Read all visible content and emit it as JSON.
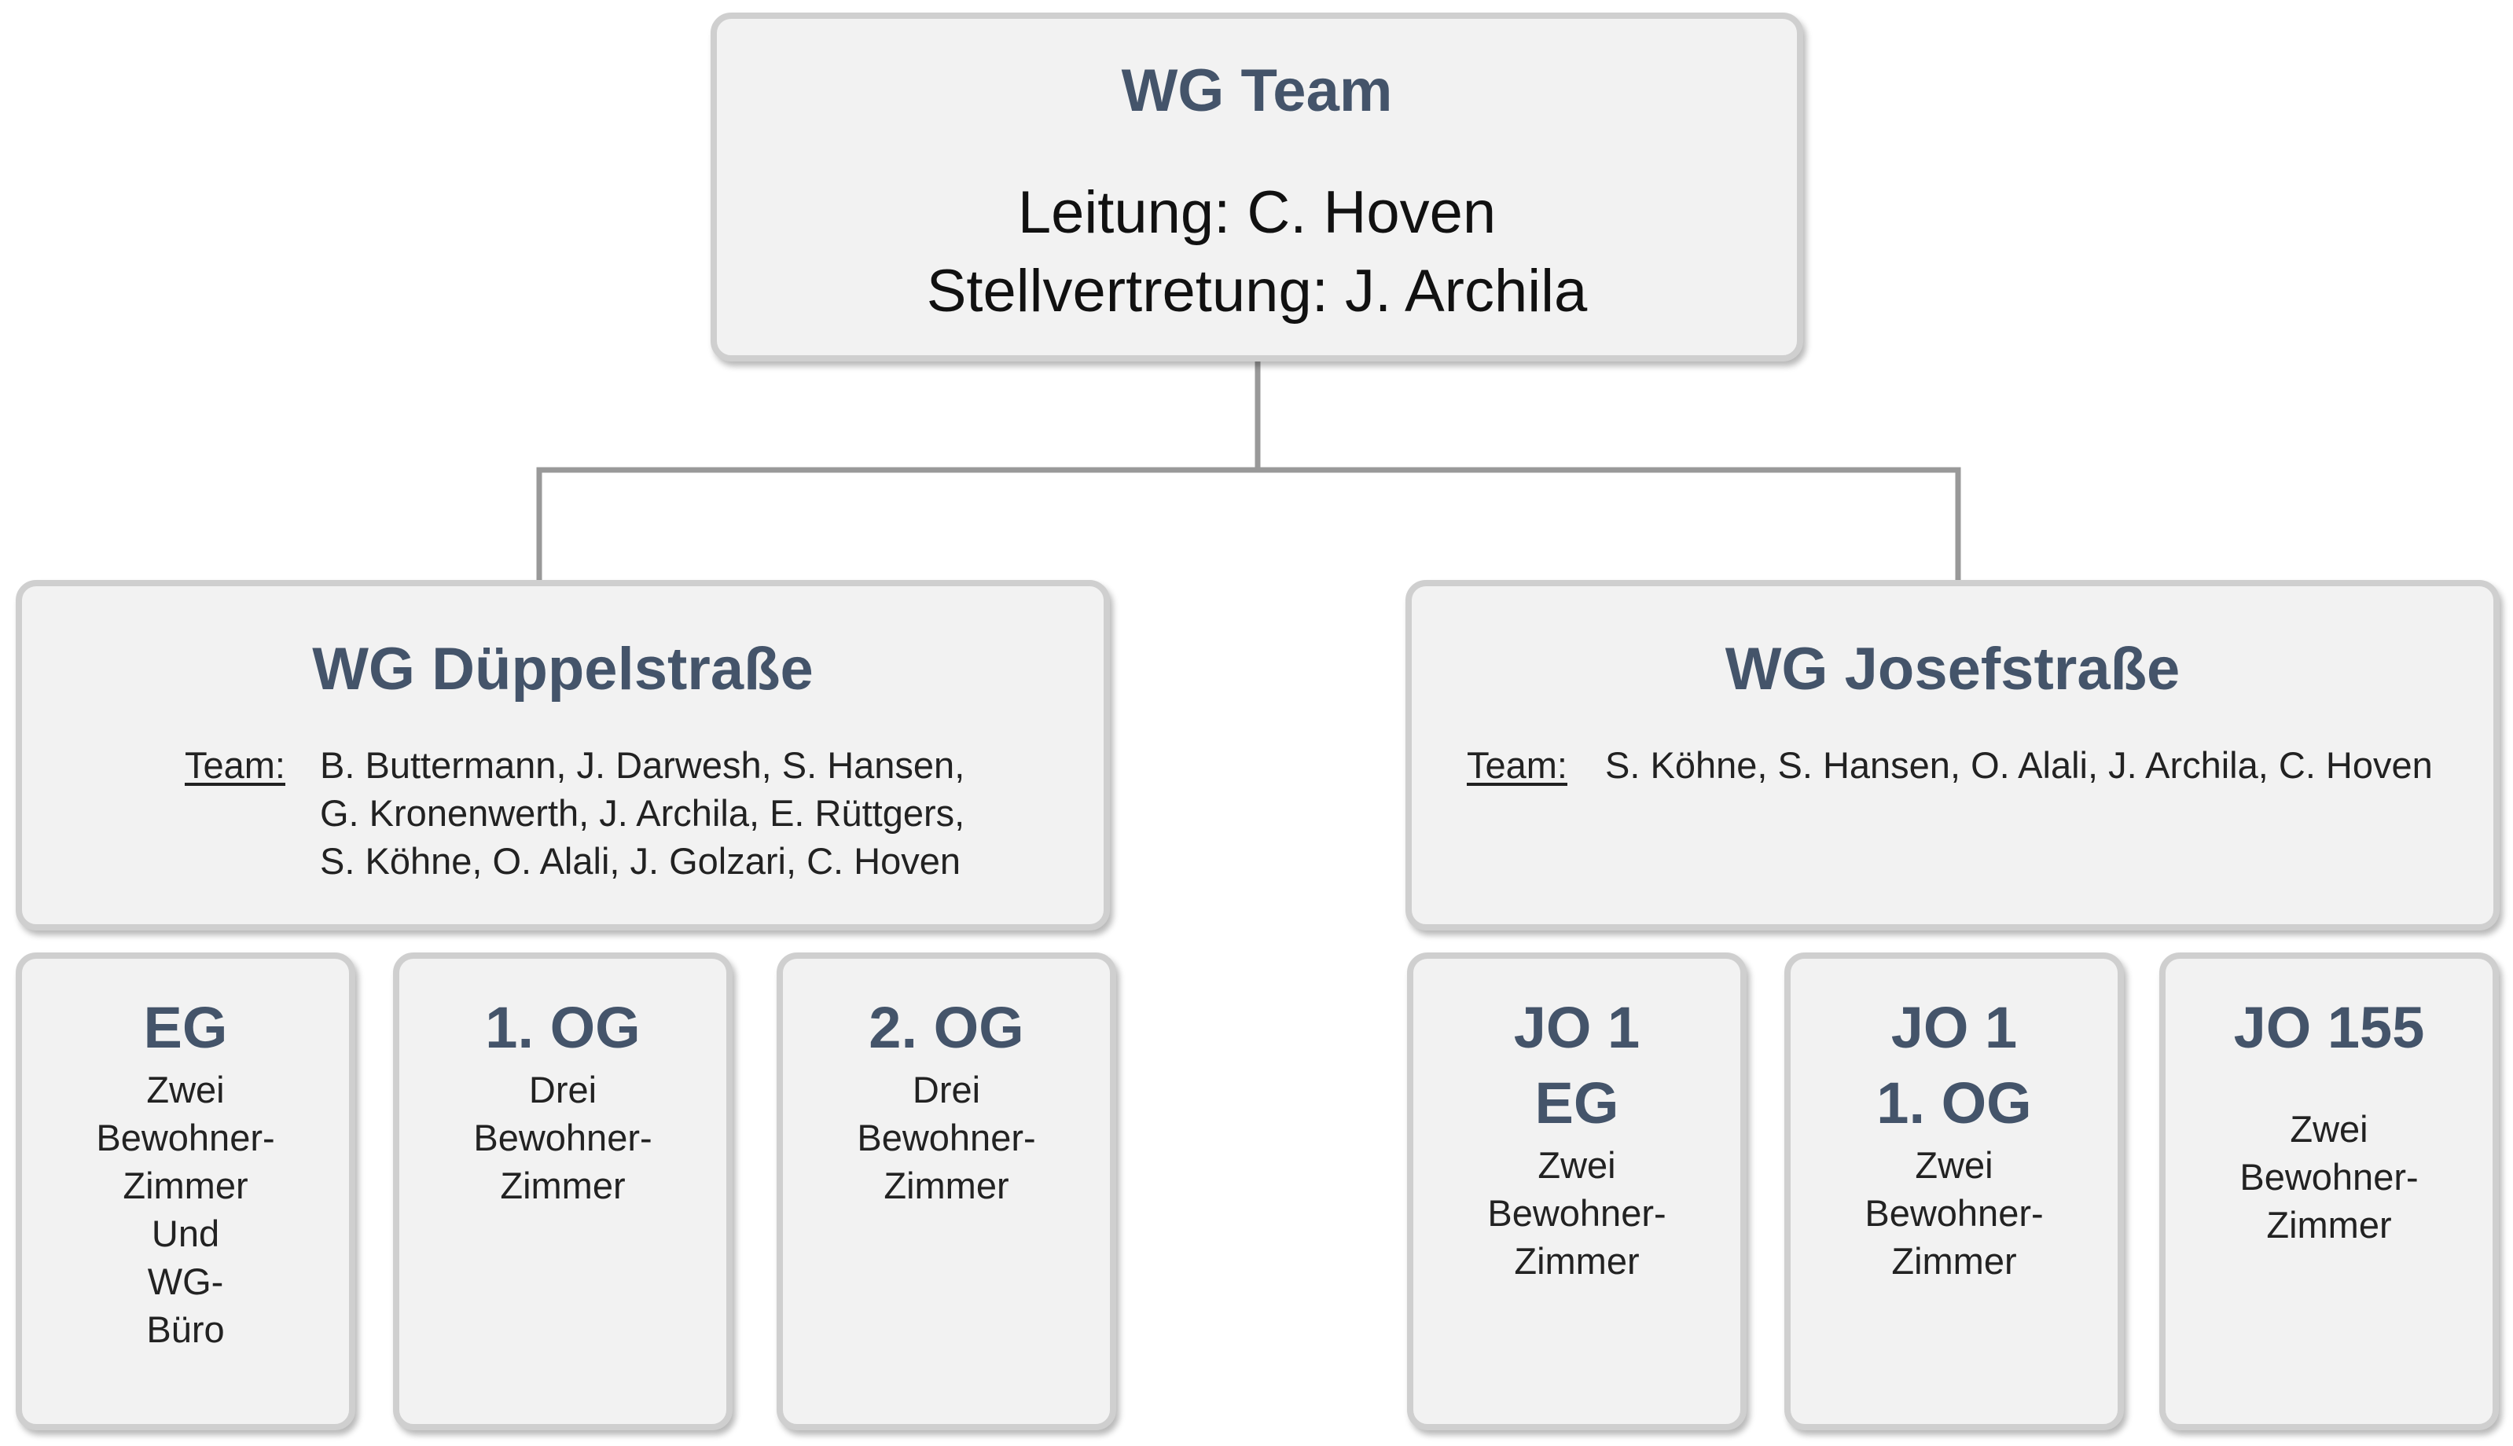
{
  "top": {
    "title": "WG Team",
    "leitung": "Leitung: C. Hoven",
    "stellvertretung": "Stellvertretung: J. Archila"
  },
  "dueppel": {
    "title": "WG Düppelstraße",
    "team_label": "Team:",
    "members": [
      "B. Buttermann, J. Darwesh, S. Hansen,",
      "G. Kronenwerth, J. Archila, E. Rüttgers,",
      "S. Köhne, O. Alali, J. Golzari, C. Hoven"
    ]
  },
  "josef": {
    "title": "WG Josefstraße",
    "team_label": "Team:",
    "members": [
      "S. Köhne, S. Hansen, O. Alali, J. Archila, C. Hoven"
    ]
  },
  "units": [
    {
      "title": [
        "EG"
      ],
      "desc": [
        "Zwei",
        "Bewohner-",
        "Zimmer",
        "Und",
        "WG-",
        "Büro"
      ]
    },
    {
      "title": [
        "1. OG"
      ],
      "desc": [
        "Drei",
        "Bewohner-",
        "Zimmer"
      ]
    },
    {
      "title": [
        "2. OG"
      ],
      "desc": [
        "Drei",
        "Bewohner-",
        "Zimmer"
      ]
    },
    {
      "title": [
        "JO 1",
        "EG"
      ],
      "desc": [
        "Zwei",
        "Bewohner-",
        "Zimmer"
      ]
    },
    {
      "title": [
        "JO 1",
        "1. OG"
      ],
      "desc": [
        "Zwei",
        "Bewohner-",
        "Zimmer"
      ]
    },
    {
      "title": [
        "JO 155"
      ],
      "desc": [
        "Zwei",
        "Bewohner-",
        "Zimmer"
      ]
    }
  ],
  "colors": {
    "heading": "#44546a",
    "box_fill": "#f2f2f2",
    "box_border": "#cfcfcf",
    "connector": "#999999"
  }
}
